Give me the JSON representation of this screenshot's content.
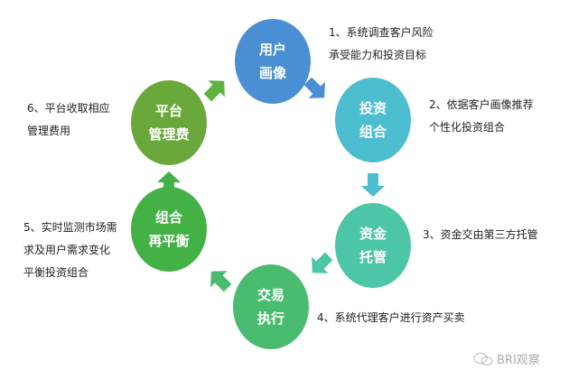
{
  "nodes": [
    {
      "line1": "用户",
      "line2": "画像",
      "color": "#4a8fd3"
    },
    {
      "line1": "投资",
      "line2": "组合",
      "color": "#4dbed0"
    },
    {
      "line1": "资金",
      "line2": "托管",
      "color": "#4cc6a6"
    },
    {
      "line1": "交易",
      "line2": "执行",
      "color": "#4abc70"
    },
    {
      "line1": "组合",
      "line2": "再平衡",
      "color": "#44b147"
    },
    {
      "line1": "平台",
      "line2": "管理费",
      "color": "#6aa83b"
    }
  ],
  "descriptions": [
    {
      "lines": [
        "1、系统调查客户风险",
        "承受能力和投资目标"
      ]
    },
    {
      "lines": [
        "2、依据客户画像推荐",
        "个性化投资组合"
      ]
    },
    {
      "lines": [
        "3、资金交由第三方托管"
      ]
    },
    {
      "lines": [
        "4、系统代理客户进行资产买卖"
      ]
    },
    {
      "lines": [
        "5、实时监测市场需",
        "求及用户需求变化",
        "平衡投资组合"
      ]
    },
    {
      "lines": [
        "6、平台收取相应",
        "管理费用"
      ]
    }
  ],
  "watermark": "BRI观察"
}
